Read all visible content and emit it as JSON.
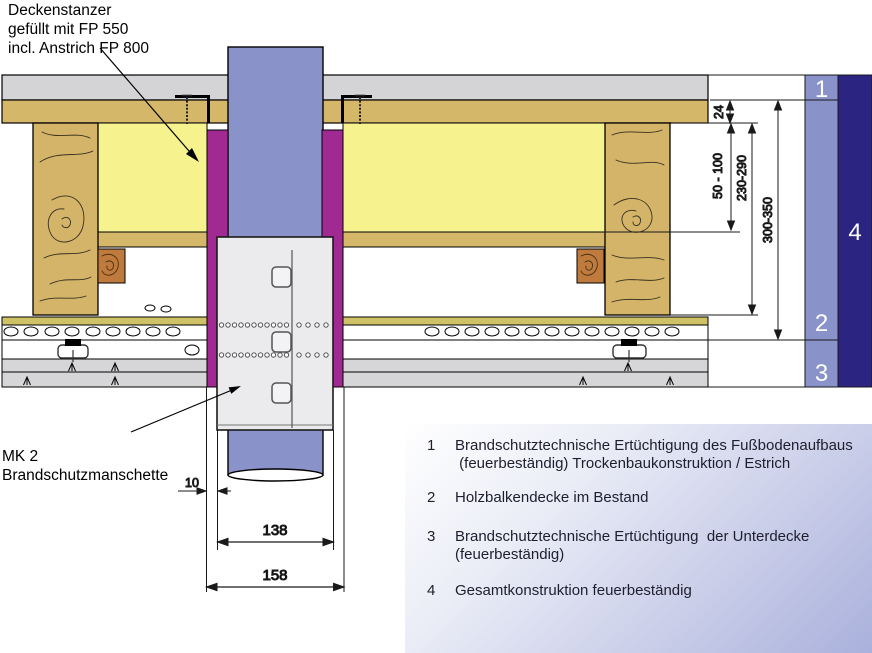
{
  "annotations": {
    "deckenstanzer": "Deckenstanzer\ngefüllt mit FP 550\nincl. Anstrich FP 800",
    "mk2": "MK 2\nBrandschutzmanschette"
  },
  "dimensions": {
    "d24": "24",
    "d50_100": "50 - 100",
    "d230_290": "230-290",
    "d300_350": "300-350",
    "d10": "10",
    "d138": "138",
    "d158": "158"
  },
  "markers": {
    "m1": "1",
    "m2": "2",
    "m3": "3",
    "m4": "4"
  },
  "legend": {
    "items": [
      {
        "num": "1",
        "text": "Brandschutztechnische Ertüchtigung des Fußbodenaufbaus\n (feuerbeständig) Trockenbaukonstruktion / Estrich"
      },
      {
        "num": "2",
        "text": "Holzbalkendecke im Bestand"
      },
      {
        "num": "3",
        "text": "Brandschutztechnische Ertüchtigung  der Unterdecke\n(feuerbeständig)"
      },
      {
        "num": "4",
        "text": "Gesamtkonstruktion feuerbeständig"
      }
    ]
  },
  "colors": {
    "screed_gray": "#d4d4d6",
    "wood_tan": "#d5b76a",
    "insulation_yellow": "#f6f28e",
    "olive_board": "#cfc266",
    "magenta_seal": "#a02a92",
    "pipe_periwinkle": "#8992c9",
    "navy_band": "#2b2481",
    "batten_orange": "#bf7b3d",
    "collar_gray": "#ebebee",
    "board_gray": "#d6d6d8",
    "legend_gradient_end": "#aab1dc"
  }
}
